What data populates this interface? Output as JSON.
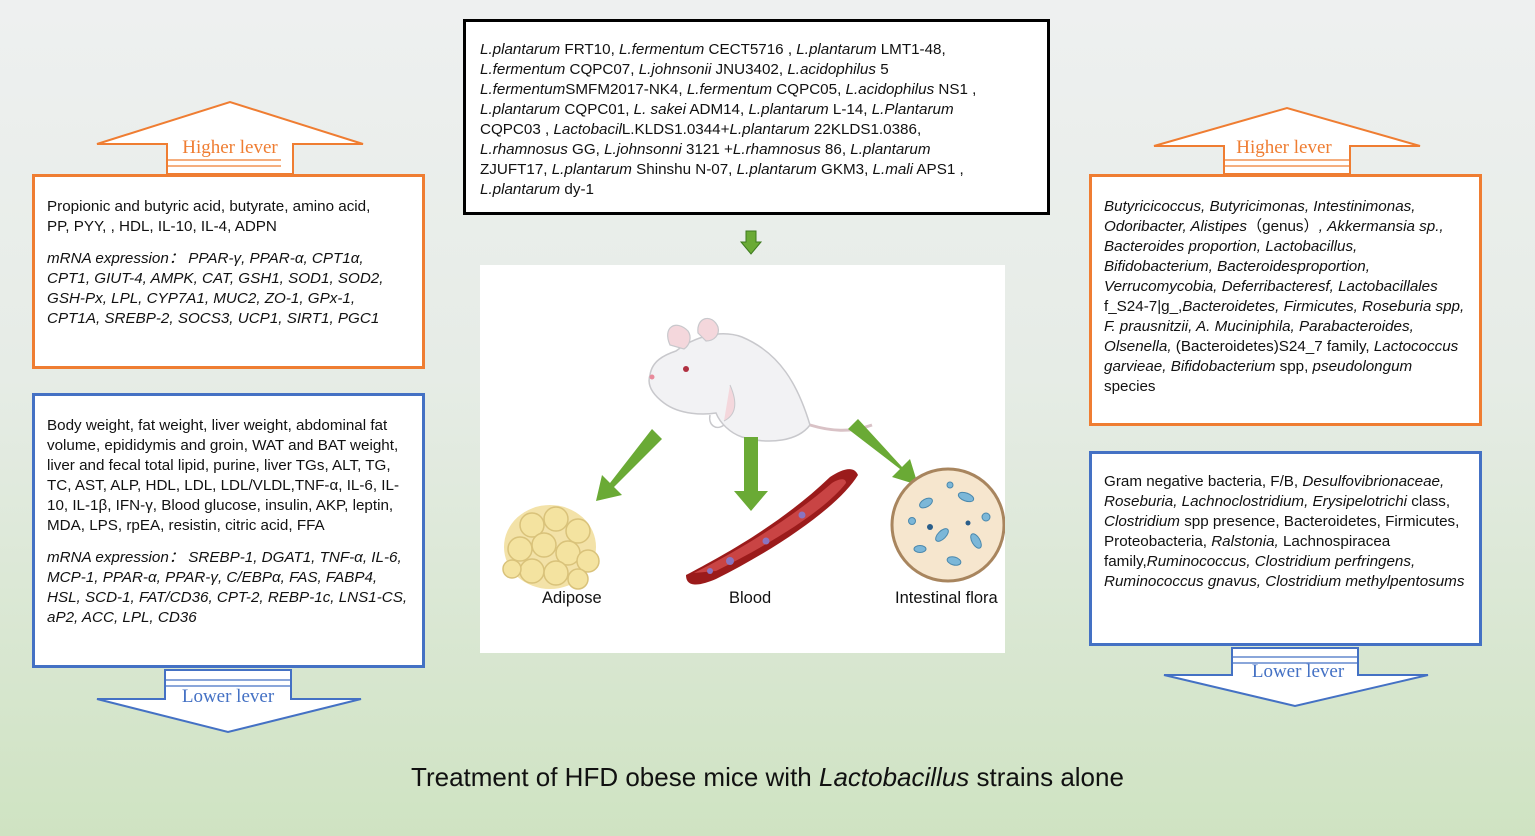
{
  "top_left_arrow": {
    "label": "Higher lever"
  },
  "top_right_arrow": {
    "label": "Higher lever"
  },
  "bottom_left_arrow": {
    "label": "Lower lever"
  },
  "bottom_right_arrow": {
    "label": "Lower lever"
  },
  "left_orange_box": {
    "line1": "Propionic and butyric acid,  butyrate,  amino acid,",
    "line2": "PP,  PYY,  ,  HDL,   IL-10,  IL-4,  ADPN",
    "mrna": "mRNA expression： PPAR-γ,  PPAR-α,  CPT1α,  CPT1,  GIUT-4,  AMPK,  CAT,  GSH1,  SOD1,  SOD2,  GSH-Px,  LPL,  CYP7A1,  MUC2,  ZO-1,  GPx-1,  CPT1A,  SREBP-2,  SOCS3,  UCP1,  SIRT1,  PGC1"
  },
  "left_blue_box": {
    "text": "Body weight,  fat weight,  liver weight,  abdominal fat volume,  epididymis and groin, WAT and BAT weight,  liver and fecal total lipid,  purine,  liver TGs,  ALT,  TG,  TC,  AST,  ALP,  HDL,  LDL,  LDL/VLDL,TNF-α,  IL-6,  IL-10,  IL-1β,  IFN-γ,  Blood glucose,  insulin,  AKP,  leptin,  MDA,  LPS,  rpEA,  resistin,  citric acid,  FFA",
    "mrna": "mRNA expression： SREBP-1,  DGAT1,  TNF-α,  IL-6,  MCP-1,  PPAR-α,  PPAR-γ,  C/EBPα,  FAS,  FABP4,  HSL,  SCD-1,  FAT/CD36,  CPT-2,  REBP-1c,  LNS1-CS,  aP2,  ACC,  LPL,  CD36"
  },
  "strains_box": {
    "l1": [
      {
        "i": "L.plantarum"
      },
      {
        "t": " FRT10,  "
      },
      {
        "i": "L.fermentum"
      },
      {
        "t": " CECT5716 ,  "
      },
      {
        "i": "L.plantarum"
      },
      {
        "t": " LMT1-48,"
      }
    ],
    "l2": [
      {
        "i": "L.fermentum"
      },
      {
        "t": " CQPC07,  "
      },
      {
        "i": "L.johnsonii"
      },
      {
        "t": " JNU3402,  "
      },
      {
        "i": "L.acidophilus"
      },
      {
        "t": " 5"
      }
    ],
    "l3": [
      {
        "i": "L.fermentum"
      },
      {
        "t": "SMFM2017-NK4,  "
      },
      {
        "i": "L.fermentum"
      },
      {
        "t": " CQPC05,  "
      },
      {
        "i": "L.acidophilus"
      },
      {
        "t": " NS1 ,"
      }
    ],
    "l4": [
      {
        "i": "L.plantarum"
      },
      {
        "t": " CQPC01,  "
      },
      {
        "i": "L. sakei"
      },
      {
        "t": " ADM14,  "
      },
      {
        "i": "L.plantarum"
      },
      {
        "t": " L-14,  "
      },
      {
        "i": "L.Plantarum"
      }
    ],
    "l5": [
      {
        "t": "CQPC03 ,  "
      },
      {
        "i": "Lactobacil"
      },
      {
        "t": "L.KLDS1.0344+"
      },
      {
        "i": "L.plantarum"
      },
      {
        "t": " 22KLDS1.0386,"
      }
    ],
    "l6": [
      {
        "i": "L.rhamnosus"
      },
      {
        "t": " GG,  "
      },
      {
        "i": "L.johnsonni"
      },
      {
        "t": " 3121  +"
      },
      {
        "i": "L.rhamnosus"
      },
      {
        "t": " 86,  "
      },
      {
        "i": "L.plantarum"
      }
    ],
    "l7": [
      {
        "t": "ZJUFT17,  "
      },
      {
        "i": "L.plantarum"
      },
      {
        "t": " Shinshu N-07,  "
      },
      {
        "i": "L.plantarum"
      },
      {
        "t": " GKM3,  "
      },
      {
        "i": "L.mali"
      },
      {
        "t": " APS1 ,"
      }
    ],
    "l8": [
      {
        "i": "L.plantarum"
      },
      {
        "t": " dy-1"
      }
    ]
  },
  "right_orange_box": {
    "segments": [
      {
        "i": "Butyricicoccus,  Butyricimonas,  Intestinimonas,  Odoribacter,  Alistipes"
      },
      {
        "t": "（genus）"
      },
      {
        "i": ", Akkermansia sp., Bacteroides proportion,   Lactobacillus,  Bifidobacterium,   Bacteroidesproportion,  Verrucomycobia,  Deferribacteresf,  Lactobacillales "
      },
      {
        "t": "f_S24-7|g_,"
      },
      {
        "i": "Bacteroidetes,  Firmicutes, Roseburia spp,  F. prausnitzii,  A. Muciniphila,  Parabacteroides,  Olsenella,  "
      },
      {
        "t": "(Bacteroidetes)S24_7 family,  "
      },
      {
        "i": "Lactococcus garvieae,  Bifidobacterium "
      },
      {
        "t": "spp,  "
      },
      {
        "i": "pseudolongum "
      },
      {
        "t": "species"
      }
    ]
  },
  "right_blue_box": {
    "segments": [
      {
        "t": "Gram negative bacteria,  F/B,  "
      },
      {
        "i": "Desulfovibrionaceae,  Roseburia,  Lachnoclostridium,  Erysipelotrichi "
      },
      {
        "t": "class,  "
      },
      {
        "i": "Clostridium "
      },
      {
        "t": "spp presence,  Bacteroidetes,  Firmicutes,  Proteobacteria,  "
      },
      {
        "i": "Ralstonia,  "
      },
      {
        "t": "Lachnospiracea family,"
      },
      {
        "i": "Ruminococcus,  Clostridium perfringens,  Ruminococcus gnavus,  Clostridium methylpentosums"
      }
    ]
  },
  "center": {
    "adipose_label": "Adipose",
    "blood_label": "Blood",
    "flora_label": "Intestinal flora"
  },
  "footer": {
    "prefix": "Treatment of HFD obese mice with ",
    "italic": "Lactobacillus",
    "suffix": " strains alone"
  },
  "colors": {
    "orange": "#ef7d32",
    "blue": "#4471c4",
    "green_arrow": "#6aaa35"
  }
}
